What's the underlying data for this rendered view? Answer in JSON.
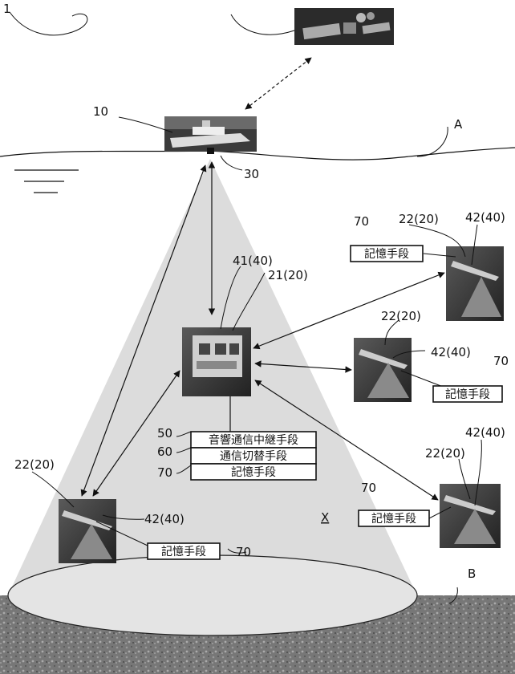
{
  "labels": {
    "satellite_ref": "1",
    "ship_ref": "10",
    "surface_ref": "A",
    "transducer_ref": "30",
    "relay_node_ref": "41(40)",
    "relay_vehicle_ref": "21(20)",
    "auv_right_top_vehicle": "22(20)",
    "auv_right_top_node": "42(40)",
    "auv_right_top_mem_ref": "70",
    "auv_right_mid_vehicle": "22(20)",
    "auv_right_mid_node": "42(40)",
    "auv_right_mid_mem_ref": "70",
    "auv_right_bot_vehicle": "22(20)",
    "auv_right_bot_node": "42(40)",
    "auv_right_bot_mem_ref": "70",
    "auv_left_vehicle": "22(20)",
    "auv_left_node": "42(40)",
    "auv_left_mem_ref": "70",
    "stack_ref_50": "50",
    "stack_ref_60": "60",
    "stack_ref_70": "70",
    "region_ref": "X",
    "seabed_ref": "B"
  },
  "boxes": {
    "acoustic_relay": "音響通信中継手段",
    "comm_switch": "通信切替手段",
    "memory_stack": "記憶手段",
    "memory_right_top": "記憶手段",
    "memory_right_mid": "記憶手段",
    "memory_right_bot": "記憶手段",
    "memory_left": "記憶手段"
  },
  "colors": {
    "cone": "#dcdcdc",
    "photo_dark": "#3a3a3a",
    "seabed": "#6e6e6e",
    "line": "#111111"
  }
}
